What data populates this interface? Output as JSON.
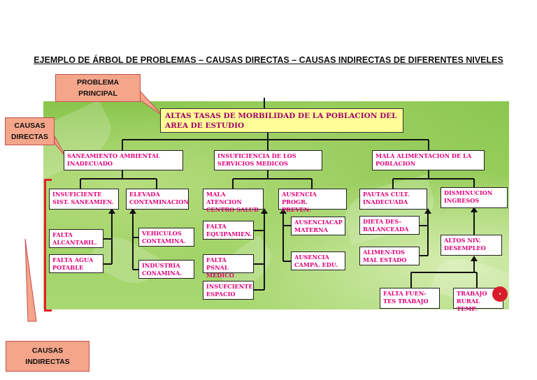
{
  "title": "EJEMPLO DE ÁRBOL DE PROBLEMAS – CAUSAS DIRECTAS – CAUSAS INDIRECTAS DE DIFERENTES NIVELES",
  "callouts": {
    "problema_principal": "PROBLEMA\nPRINCIPAL",
    "causas_directas": "CAUSAS\nDIRECTAS",
    "causas_indirectas": "CAUSAS\nINDIRECTAS"
  },
  "main_problem": "ALTAS TASAS DE MORBILIDAD DE LA POBLACION DEL\nAREA DE ESTUDIO",
  "direct_causes": [
    "SANEAMIENTO AMBIENTAL\nINADECUADO",
    "INSUFICIENCIA DE LOS\nSERVICIOS MEDICOS",
    "MALA ALIMENTACION DE LA\nPOBLACION"
  ],
  "indirect": {
    "insuficiente_saneamiento": "INSUFICIENTE\nSIST. SANEAMIEN.",
    "falta_alcantaril": "FALTA\nALCANTARIL.",
    "falta_agua": "FALTA AGUA\nPOTABLE",
    "elevada_contaminacion": "ELEVADA\nCONTAMINACION",
    "vehiculos": "VEHICULOS\nCONTAMINA.",
    "industria": "INDUSTRIA\nCONAMINA.",
    "mala_atencion": "MALA ATENCION\nCENTRO SALUD",
    "falta_equipamien": "FALTA\nEQUIPAMIEN.",
    "falta_psnal": "FALTA PSNAL\nMEDICO",
    "insuficiente_espacio": "INSUFCIENTE\nESPACIO",
    "ausencia_progr": "AUSENCIA PROGR.\nPREVEN.",
    "ausencia_cap": "AUSENCIACAP\nMATERNA",
    "ausencia_campa": "AUSENCIA\nCAMPA. EDU.",
    "pautas_cult": "PAUTAS CULT.\nINADECUADA",
    "dieta": "DIETA DES-\nBALANCEADA",
    "alimentos": "ALIMEN-TOS\nMAL ESTADO",
    "disminucion": "DISMINUCION\nINGRESOS",
    "altos_niv": "ALTOS NIV.\nDESEMPLEO",
    "falta_fuentes": "FALTA FUEN-\nTES TRABAJO",
    "trabajo_rural": "TRABAJO\nRURAL TEMP."
  },
  "colors": {
    "panel_green": "#8ac64e",
    "box_text_magenta": "#e0007a",
    "main_box_yellow": "#fffd97",
    "callout_salmon": "#f4a58a",
    "bracket_red": "#e41e2b"
  }
}
